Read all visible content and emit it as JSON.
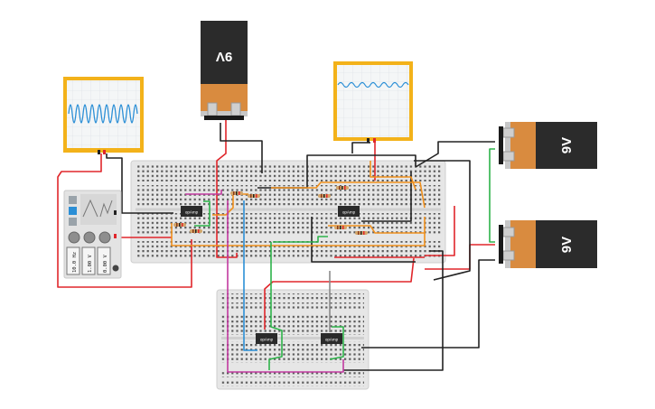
{
  "batteries": {
    "top": {
      "label": "9V"
    },
    "right_upper": {
      "label": "9V"
    },
    "right_lower": {
      "label": "9V"
    }
  },
  "chips": {
    "main_left": {
      "label": "opAmp"
    },
    "main_right": {
      "label": "opAmp"
    },
    "lower_left": {
      "label": "opAmp"
    },
    "lower_right": {
      "label": "opAmp"
    }
  },
  "function_generator": {
    "frequency": "10.0 Hz",
    "amplitude": "1.00 V",
    "offset": "0.00 V",
    "waveforms": [
      "square",
      "sine",
      "triangle"
    ]
  },
  "oscilloscopes": {
    "left": {
      "signal": "large-sine"
    },
    "right": {
      "signal": "small-sine"
    }
  },
  "colors": {
    "breadboard": "#e6e6e6",
    "oscilloscope_frame": "#f3b21a",
    "battery_body": "#2b2b2b",
    "battery_cap": "#d98b3f",
    "wire_red": "#e0262b",
    "wire_black": "#222222",
    "wire_orange": "#f0901c",
    "wire_blue": "#2b8fd6",
    "wire_green": "#2db34a",
    "wire_purple": "#c23aa0",
    "wire_gray": "#8a8a8a"
  }
}
